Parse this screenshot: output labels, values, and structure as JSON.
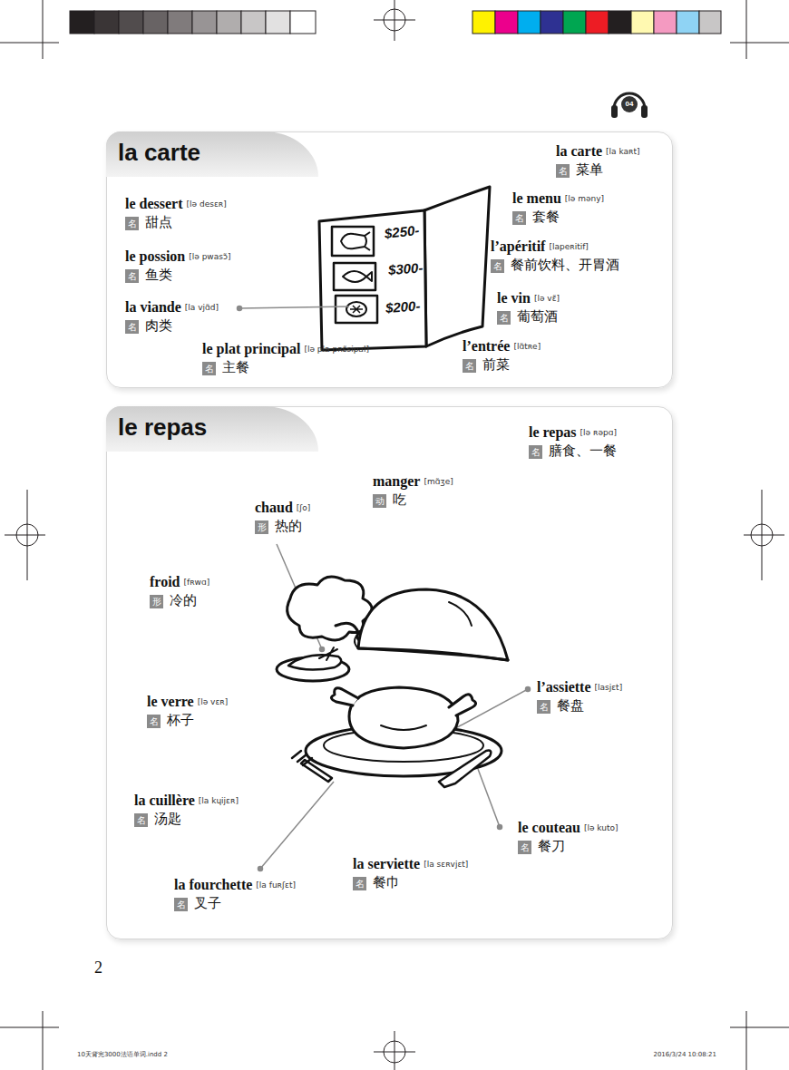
{
  "diagram": {
    "nodes": [
      {
        "text": [
          "la carte"
        ]
      },
      {
        "text": [
          "名"
        ],
        "in": 0
      },
      {
        "text": [
          "名"
        ],
        "in": 0
      },
      {
        "text": [
          "名"
        ],
        "in": 0
      },
      {
        "text": [
          "名"
        ],
        "in": 0
      },
      {
        "text": [
          "名"
        ],
        "in": 0
      },
      {
        "text": [
          "名"
        ],
        "in": 0
      },
      {
        "text": [
          "名"
        ],
        "in": 0
      },
      {
        "text": [
          "名"
        ],
        "in": 0
      },
      {
        "text": [
          "名"
        ],
        "in": 0
      },
      {
        "text": [
          "le repas"
        ]
      },
      {
        "text": [
          "名"
        ],
        "in": 10
      },
      {
        "text": [
          "动"
        ],
        "in": 10
      },
      {
        "text": [
          "形"
        ],
        "in": 10
      },
      {
        "text": [
          "形"
        ],
        "in": 10
      },
      {
        "text": [
          "名"
        ],
        "in": 10
      },
      {
        "text": [
          "名"
        ],
        "in": 10
      },
      {
        "text": [
          "名"
        ],
        "in": 10
      },
      {
        "text": [
          "名"
        ],
        "in": 10
      },
      {
        "text": [
          "名"
        ],
        "in": 10
      },
      {
        "text": [
          "名"
        ],
        "in": 10
      }
    ],
    "labels": [
      "04",
      "la carte",
      "[la kaʀt]",
      "菜单",
      "le dessert",
      "[lə desɛʀ]",
      "甜点",
      "le menu",
      "[lə məny]",
      "套餐",
      "le possion",
      "[lə pwasɔ̃]",
      "鱼类",
      "l’apéritif",
      "[lapeʀitif]",
      "餐前饮料、开胃酒",
      "la viande",
      "[la vjɑ̃d]",
      "肉类",
      "le vin",
      "[lə vɛ̃]",
      "葡萄酒",
      "le plat principal",
      "[lə pla pʀɛ̃sipal]",
      "主餐",
      "l’entrée",
      "[lɑ̃tʀe]",
      "前菜",
      "le repas",
      "[lə ʀəpɑ]",
      "膳食、一餐",
      "manger",
      "[mɑ̃ʒe]",
      "吃",
      "chaud",
      "[ʃo]",
      "热的",
      "froid",
      "[fʀwɑ]",
      "冷的",
      "le verre",
      "[lə vɛʀ]",
      "杯子",
      "l’assiette",
      "[lasjɛt]",
      "餐盘",
      "la cuillère",
      "[la kɥijɛʀ]",
      "汤匙",
      "le couteau",
      "[lə kuto]",
      "餐刀",
      "la serviette",
      "[la sɛʀvjɛt]",
      "餐巾",
      "la fourchette",
      "[la fuʀʃɛt]",
      "叉子",
      "$250-",
      "$300-",
      "$200-",
      "2",
      "10天背完3000法语单词.indd 2",
      "2016/3/24 10:08:21"
    ]
  }
}
